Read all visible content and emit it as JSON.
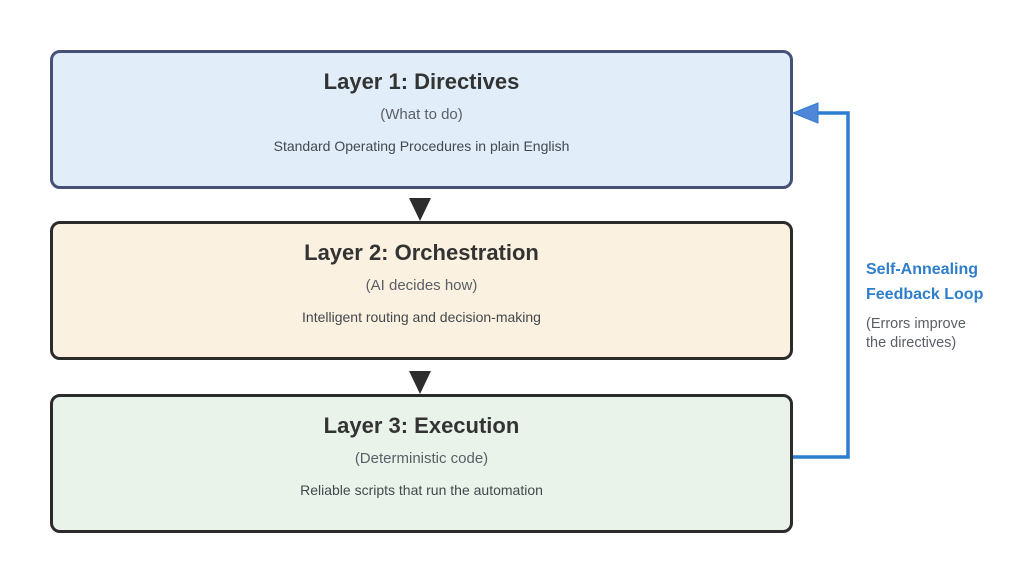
{
  "diagram": {
    "layers": [
      {
        "id": "layer-1-directives",
        "title": "Layer 1: Directives",
        "subtitle": "(What to do)",
        "description": "Standard Operating Procedures in plain English",
        "fill": "#e1edf9",
        "border": "#46517a"
      },
      {
        "id": "layer-2-orchestration",
        "title": "Layer 2: Orchestration",
        "subtitle": "(AI decides how)",
        "description": "Intelligent routing and decision-making",
        "fill": "#fbf1e0",
        "border": "#2b2b2b"
      },
      {
        "id": "layer-3-execution",
        "title": "Layer 3: Execution",
        "subtitle": "(Deterministic code)",
        "description": "Reliable scripts that run the automation",
        "fill": "#e9f3ea",
        "border": "#2b2b2b"
      }
    ],
    "flow_arrow_color": "#2d2d2d",
    "feedback": {
      "label_line1": "Self-Annealing",
      "label_line2": "Feedback Loop",
      "note_line1": "(Errors improve",
      "note_line2": "the directives)",
      "line_color": "#2d7dd2",
      "arrowhead_color": "#4f86d8",
      "label_color": "#2e7ec9"
    }
  }
}
